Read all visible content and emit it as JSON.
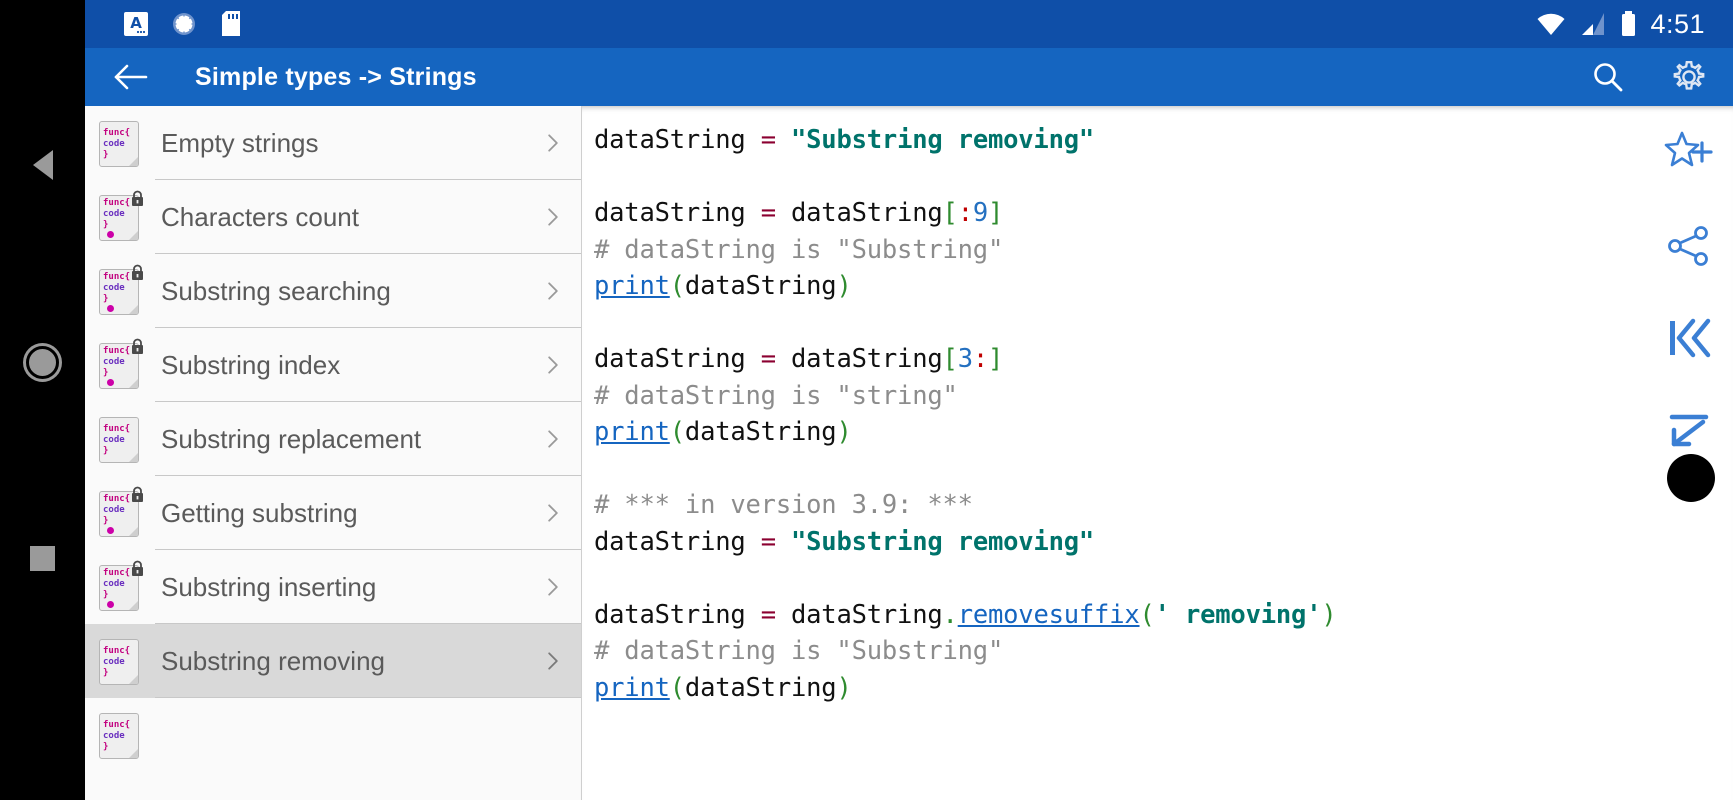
{
  "statusbar": {
    "time": "4:51",
    "left_icons": [
      "app-notification-icon",
      "sync-progress-icon",
      "sd-card-icon"
    ],
    "right_icons": [
      "wifi-icon",
      "cellular-signal-icon",
      "battery-icon"
    ]
  },
  "navbar": {
    "back_label": "Back",
    "home_label": "Home",
    "recents_label": "Recents"
  },
  "toolbar": {
    "title": "Simple types -> Strings",
    "back_icon": "arrow-back-icon",
    "search_icon": "search-icon",
    "settings_icon": "gear-icon"
  },
  "sidebar": {
    "items": [
      {
        "label": "Empty strings",
        "locked": false,
        "dot": false,
        "selected": false
      },
      {
        "label": "Characters count",
        "locked": true,
        "dot": true,
        "selected": false
      },
      {
        "label": "Substring searching",
        "locked": true,
        "dot": true,
        "selected": false
      },
      {
        "label": "Substring index",
        "locked": true,
        "dot": true,
        "selected": false
      },
      {
        "label": "Substring replacement",
        "locked": false,
        "dot": false,
        "selected": false
      },
      {
        "label": "Getting substring",
        "locked": true,
        "dot": true,
        "selected": false
      },
      {
        "label": "Substring inserting",
        "locked": true,
        "dot": true,
        "selected": false
      },
      {
        "label": "Substring removing",
        "locked": false,
        "dot": false,
        "selected": true
      }
    ],
    "icon_text": {
      "line1": "func{",
      "line2": "code",
      "line3": "}"
    },
    "chevron_icon": "chevron-right-icon",
    "lock_icon": "lock-icon"
  },
  "code": {
    "language": "python",
    "lines": [
      "dataString = \"Substring removing\"",
      "",
      "dataString = dataString[:9]",
      "# dataString is \"Substring\"",
      "print(dataString)",
      "",
      "dataString = dataString[3:]",
      "# dataString is \"string\"",
      "print(dataString)",
      "",
      "# *** in version 3.9: ***",
      "dataString = \"Substring removing\"",
      "",
      "dataString = dataString.removesuffix(' removing')",
      "# dataString is \"Substring\"",
      "print(dataString)"
    ],
    "tokens": {
      "var": "dataString",
      "string_double_full": "\"Substring removing\"",
      "slice_head": "[:9]",
      "slice_tail": "[3:]",
      "comment_substring": "# dataString is \"Substring\"",
      "comment_string": "# dataString is \"string\"",
      "comment_version": "# *** in version 3.9: ***",
      "func_print": "print",
      "func_removesuffix": "removesuffix",
      "arg_string": "' removing'"
    }
  },
  "rail": {
    "icons": [
      {
        "name": "add-to-favorites-icon",
        "label": "Add to favorites"
      },
      {
        "name": "share-icon",
        "label": "Share"
      },
      {
        "name": "skip-to-start-icon",
        "label": "Go to first"
      },
      {
        "name": "collapse-icon",
        "label": "Collapse"
      }
    ]
  },
  "colors": {
    "statusbar": "#0f4fa8",
    "toolbar": "#1565c0",
    "accent": "#1565c0",
    "selected_row": "#d9d9d9",
    "code_string": "#00736b",
    "code_comment": "#8c8c8c",
    "code_operator": "#8b0030",
    "code_number": "#2470c0",
    "code_bracket": "#2f8b2f",
    "icon_magenta": "#c2007f"
  }
}
